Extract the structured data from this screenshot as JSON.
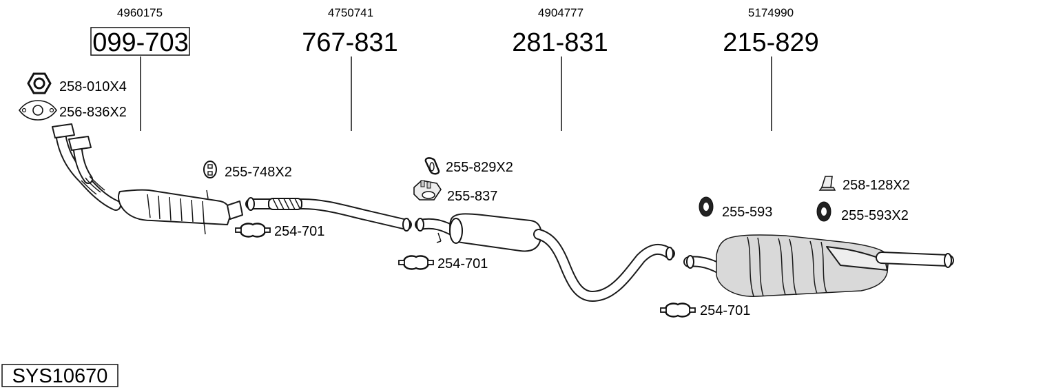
{
  "system_code": "SYS10670",
  "main_parts": [
    {
      "oem": "4960175",
      "part_no": "099-703",
      "boxed": true
    },
    {
      "oem": "4750741",
      "part_no": "767-831",
      "boxed": false
    },
    {
      "oem": "4904777",
      "part_no": "281-831",
      "boxed": false
    },
    {
      "oem": "5174990",
      "part_no": "215-829",
      "boxed": false
    }
  ],
  "accessories": [
    {
      "label": "258-010X4",
      "icon": "hex-nut-icon"
    },
    {
      "label": "256-836X2",
      "icon": "flange-gasket-icon"
    },
    {
      "label": "255-748X2",
      "icon": "rubber-mount-icon"
    },
    {
      "label": "254-701",
      "icon": "pipe-clamp-icon"
    },
    {
      "label": "255-829X2",
      "icon": "rubber-hanger-icon"
    },
    {
      "label": "255-837",
      "icon": "bracket-mount-icon"
    },
    {
      "label": "254-701",
      "icon": "pipe-clamp-icon"
    },
    {
      "label": "255-593",
      "icon": "rubber-ring-icon"
    },
    {
      "label": "258-128X2",
      "icon": "mounting-bracket-icon"
    },
    {
      "label": "255-593X2",
      "icon": "rubber-ring-icon"
    },
    {
      "label": "254-701",
      "icon": "pipe-clamp-icon"
    }
  ]
}
